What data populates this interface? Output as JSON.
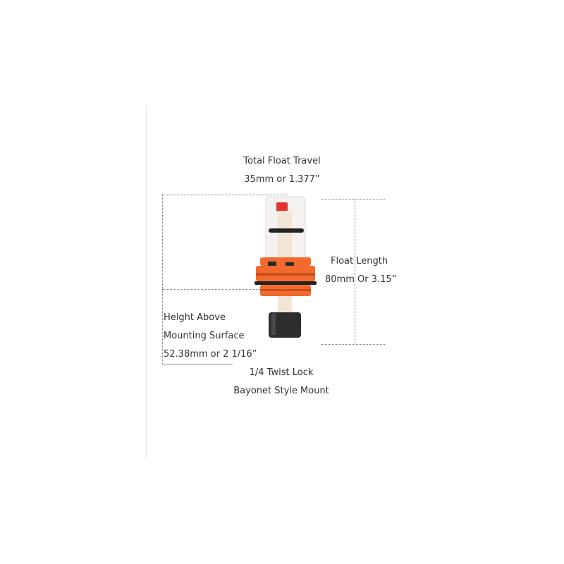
{
  "annotations": {
    "total_float_travel": {
      "title": "Total Float Travel",
      "value": "35mm or 1.377”"
    },
    "float_length": {
      "title": "Float Length",
      "value": "80mm Or 3.15”"
    },
    "height_above": {
      "line1": "Height Above",
      "line2": "Mounting Surface",
      "value": "52.38mm or 2 1/16”"
    },
    "mount": {
      "line1": "1/4 Twist Lock",
      "line2": "Bayonet Style Mount"
    }
  },
  "colors": {
    "housing_orange": "#f26a2e",
    "housing_dark_orange": "#c9501d",
    "float_body_black": "#2e2e2e",
    "stem_cream": "#f1e6d6",
    "cap_red": "#e7332f",
    "dimension_line": "#777777"
  }
}
